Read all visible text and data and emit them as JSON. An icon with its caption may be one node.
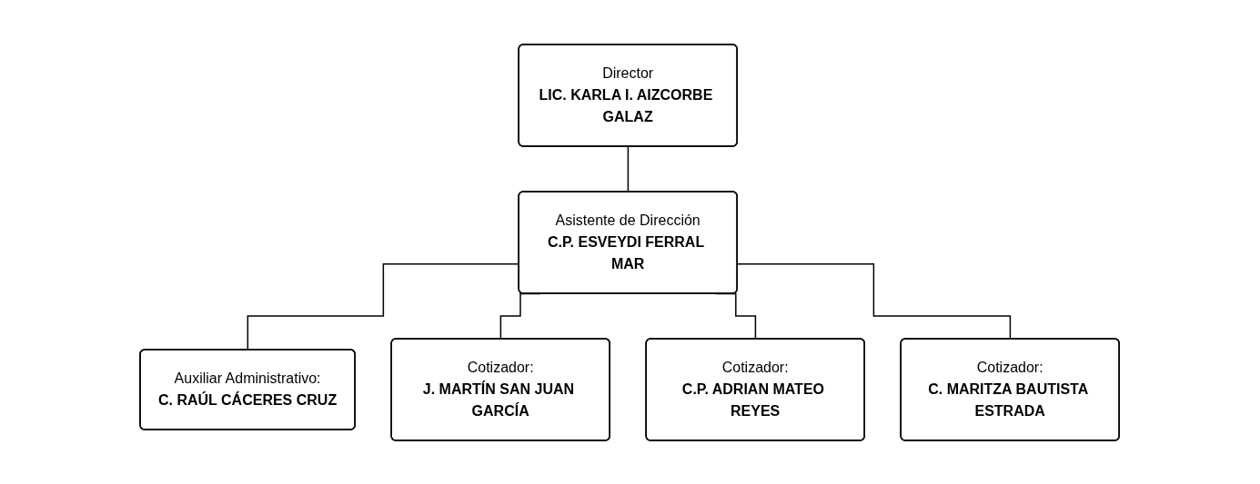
{
  "diagram": {
    "nodes": [
      {
        "text": [
          "Director",
          "LIC. KARLA I. AIZCORBE GALAZ"
        ]
      },
      {
        "text": [
          "Asistente de Dirección",
          "C.P. ESVEYDI FERRAL MAR"
        ]
      },
      {
        "text": [
          "Auxiliar Administrativo:",
          "C. RAÚL CÁCERES CRUZ"
        ]
      },
      {
        "text": [
          "Cotizador:",
          "J. MARTÍN SAN JUAN GARCÍA"
        ]
      },
      {
        "text": [
          "Cotizador:",
          "C.P. ADRIAN MATEO REYES"
        ]
      },
      {
        "text": [
          "Cotizador:",
          "C. MARITZA BAUTISTA ESTRADA"
        ]
      }
    ],
    "edges": [
      {
        "from": 0,
        "to": 1,
        "arrow": "none"
      },
      {
        "from": 1,
        "to": 2,
        "arrow": "none"
      },
      {
        "from": 1,
        "to": 3,
        "arrow": "none"
      },
      {
        "from": 1,
        "to": 4,
        "arrow": "none"
      },
      {
        "from": 1,
        "to": 5,
        "arrow": "none"
      }
    ]
  }
}
